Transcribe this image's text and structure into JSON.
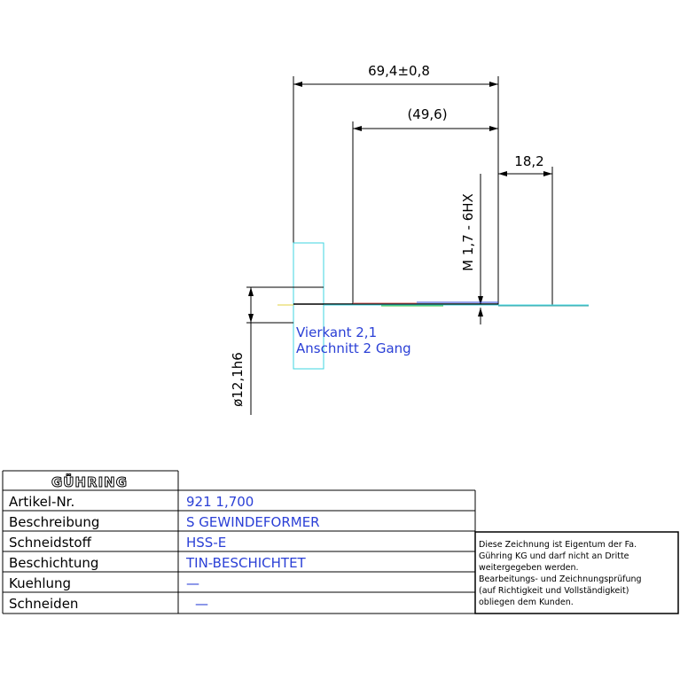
{
  "drawing": {
    "dimension_overall": "69,4±0,8",
    "dimension_thread_length": "(49,6)",
    "dimension_shank": "18,2",
    "thread_spec": "M 1,7 - 6HX",
    "square_note": "Vierkant 2,1",
    "chamfer_note": "Anschnitt 2 Gang",
    "diameter_note": "ø12,1h6"
  },
  "title_block": {
    "logo": "GÜHRING",
    "rows": [
      {
        "label": "Artikel-Nr.",
        "value": "921 1,700"
      },
      {
        "label": "Beschreibung",
        "value": "S GEWINDEFORMER"
      },
      {
        "label": "Schneidstoff",
        "value": "HSS-E"
      },
      {
        "label": "Beschichtung",
        "value": "TIN-BESCHICHTET"
      },
      {
        "label": "Kuehlung",
        "value": "—"
      },
      {
        "label": "Schneiden",
        "value": "—"
      }
    ],
    "notice": [
      "Diese Zeichnung ist Eigentum der Fa.",
      "Gühring KG und darf nicht an Dritte",
      "weitergegeben werden.",
      "Bearbeitungs- und Zeichnungsprüfung",
      "(auf Richtigkeit und Vollständigkeit)",
      "obliegen dem Kunden."
    ]
  },
  "colors": {
    "line": "#000000",
    "annotation_blue": "#2a3fd6",
    "cyan": "#3fd6e0"
  }
}
